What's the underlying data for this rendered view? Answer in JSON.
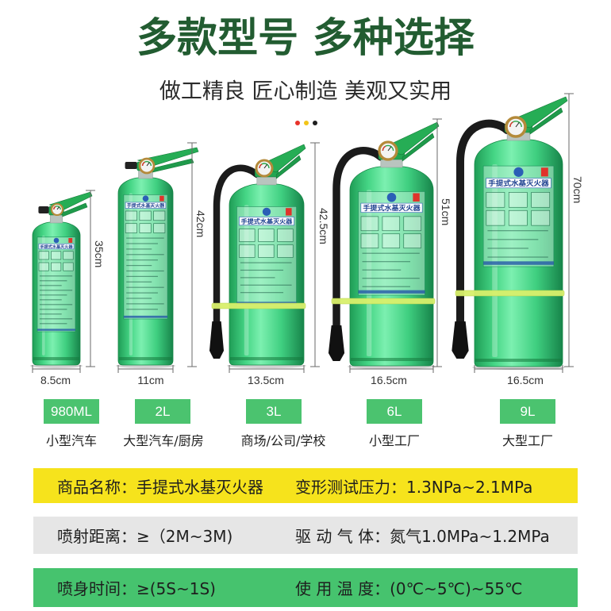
{
  "header": {
    "title": "多款型号 多种选择",
    "subtitle": "做工精良 匠心制造 美观又实用",
    "dot_colors": [
      "#e8332a",
      "#f2c518",
      "#1e1e1e"
    ]
  },
  "extinguisher_label": "手提式水基灭火器",
  "products": [
    {
      "capacity": "980ML",
      "height": "35cm",
      "width": "8.5cm",
      "usage": "小型汽车"
    },
    {
      "capacity": "2L",
      "height": "42cm",
      "width": "11cm",
      "usage": "大型汽车/厨房"
    },
    {
      "capacity": "3L",
      "height": "42.5cm",
      "width": "13.5cm",
      "usage": "商场/公司/学校"
    },
    {
      "capacity": "6L",
      "height": "51cm",
      "width": "16.5cm",
      "usage": "小型工厂"
    },
    {
      "capacity": "9L",
      "height": "70cm",
      "width": "16.5cm",
      "usage": "大型工厂"
    }
  ],
  "specs": [
    {
      "left": "商品名称：手提式水基灭火器",
      "right": "变形测试压力：1.3NPa~2.1MPa",
      "bg": "#f6e31c"
    },
    {
      "left": "喷射距离：≥（2M~3M)",
      "right": "驱 动 气 体：氮气1.0MPa~1.2MPa",
      "bg": "#e6e6e6"
    },
    {
      "left": "喷身时间：≥(5S~1S)",
      "right": "使 用 温 度：(0℃~5℃)~55℃",
      "bg": "#46c36e"
    }
  ],
  "colors": {
    "title": "#225c31",
    "capacity_box": "#4bc36f"
  }
}
